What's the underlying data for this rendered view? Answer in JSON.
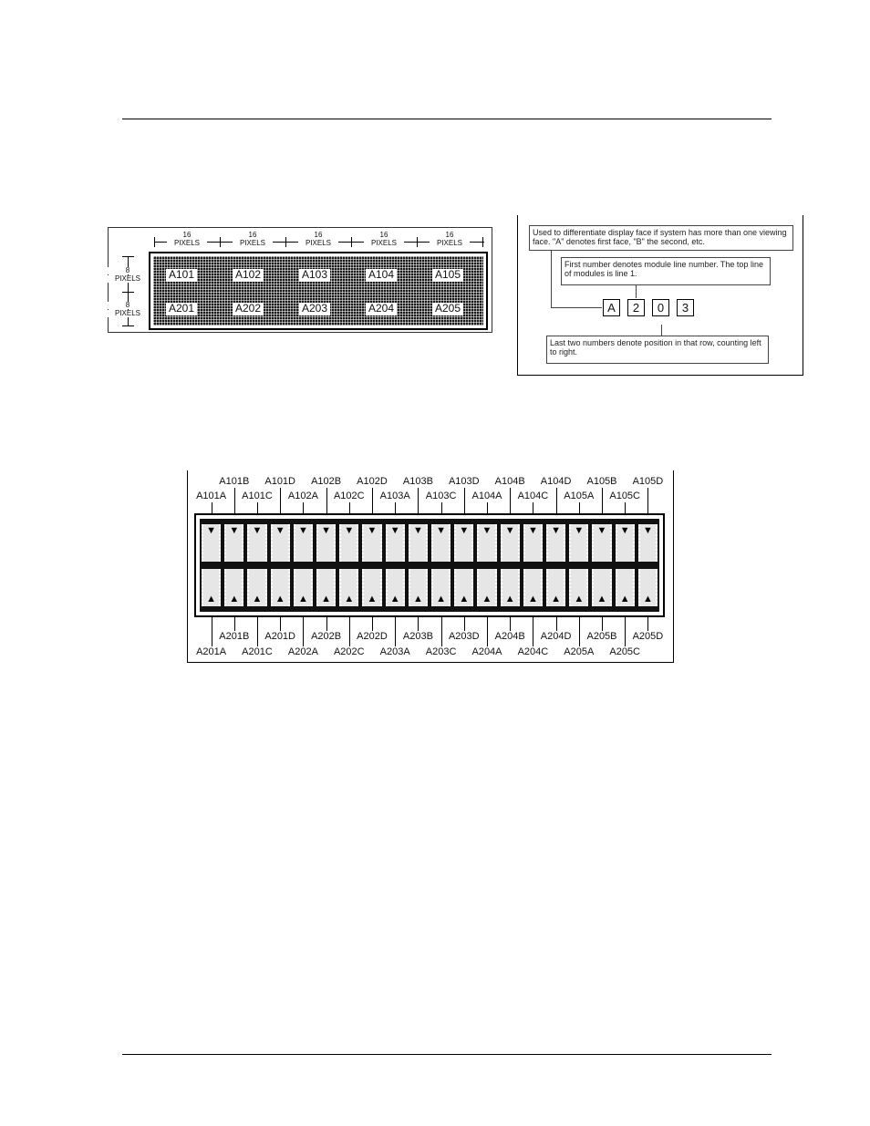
{
  "figure1": {
    "pixel_labels": [
      {
        "num": "16",
        "unit": "PIXELS"
      },
      {
        "num": "16",
        "unit": "PIXELS"
      },
      {
        "num": "16",
        "unit": "PIXELS"
      },
      {
        "num": "16",
        "unit": "PIXELS"
      },
      {
        "num": "16",
        "unit": "PIXELS"
      }
    ],
    "row_pixel_labels": [
      {
        "num": "8",
        "unit": "PIXELS"
      },
      {
        "num": "8",
        "unit": "PIXELS"
      }
    ],
    "modules_row1": [
      "A101",
      "A102",
      "A103",
      "A104",
      "A105"
    ],
    "modules_row2": [
      "A201",
      "A202",
      "A203",
      "A204",
      "A205"
    ]
  },
  "figure2": {
    "face_note": "Used to differentiate display face if system has more than one viewing face. \"A\" denotes first face, \"B\" the second, etc.",
    "line_note": "First number denotes module line number. The top line of modules is line 1.",
    "digits": [
      "A",
      "2",
      "0",
      "3"
    ],
    "position_note": "Last two numbers denote position in that row, counting left to right."
  },
  "figure3": {
    "top_row1": [
      "A101B",
      "A101D",
      "A102B",
      "A102D",
      "A103B",
      "A103D",
      "A104B",
      "A104D",
      "A105B",
      "A105D"
    ],
    "top_row2": [
      "A101A",
      "A101C",
      "A102A",
      "A102C",
      "A103A",
      "A103C",
      "A104A",
      "A104C",
      "A105A",
      "A105C"
    ],
    "bottom_row1": [
      "A201B",
      "A201D",
      "A202B",
      "A202D",
      "A203B",
      "A203D",
      "A204B",
      "A204D",
      "A205B",
      "A205D"
    ],
    "bottom_row2": [
      "A201A",
      "A201C",
      "A202A",
      "A202C",
      "A203A",
      "A203C",
      "A204A",
      "A204C",
      "A205A",
      "A205C"
    ],
    "down_arrow": "▼",
    "up_arrow": "▲"
  }
}
